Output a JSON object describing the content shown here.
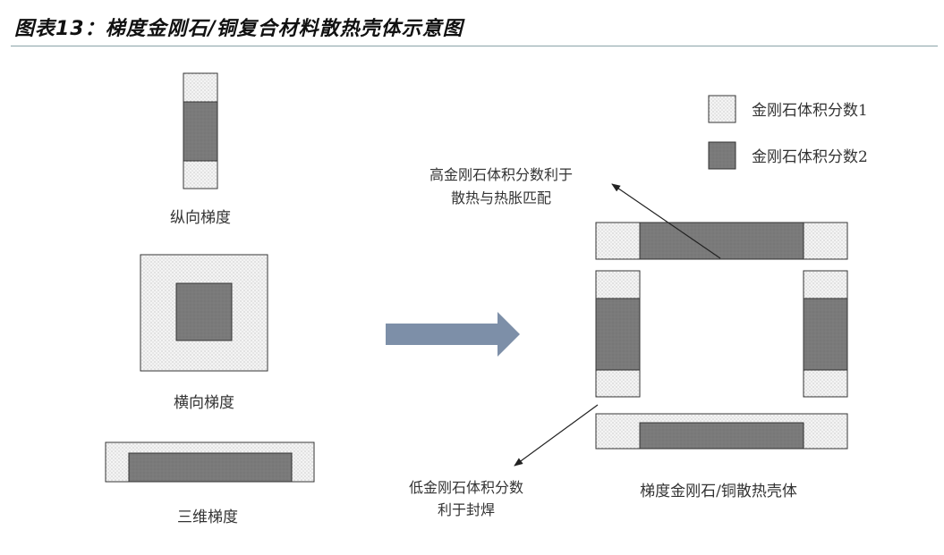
{
  "title": "图表13：梯度金刚石/铜复合材料散热壳体示意图",
  "labels": {
    "longitudinal": "纵向梯度",
    "transverse": "横向梯度",
    "three_d": "三维梯度",
    "shell": "梯度金刚石/铜散热壳体",
    "high_note_line1": "高金刚石体积分数利于",
    "high_note_line2": "散热与热胀匹配",
    "low_note_line1": "低金刚石体积分数",
    "low_note_line2": "利于封焊"
  },
  "legend": [
    {
      "label": "金刚石体积分数1",
      "pattern": "dotted",
      "color": "#f2f2f2"
    },
    {
      "label": "金刚石体积分数2",
      "pattern": "solid",
      "color": "#7a7a7a"
    }
  ],
  "colors": {
    "arrow": "#7d8fa8",
    "dark_fill": "#7a7a7a",
    "light_fill": "#f2f2f2",
    "rule": "#8aa3a8"
  }
}
